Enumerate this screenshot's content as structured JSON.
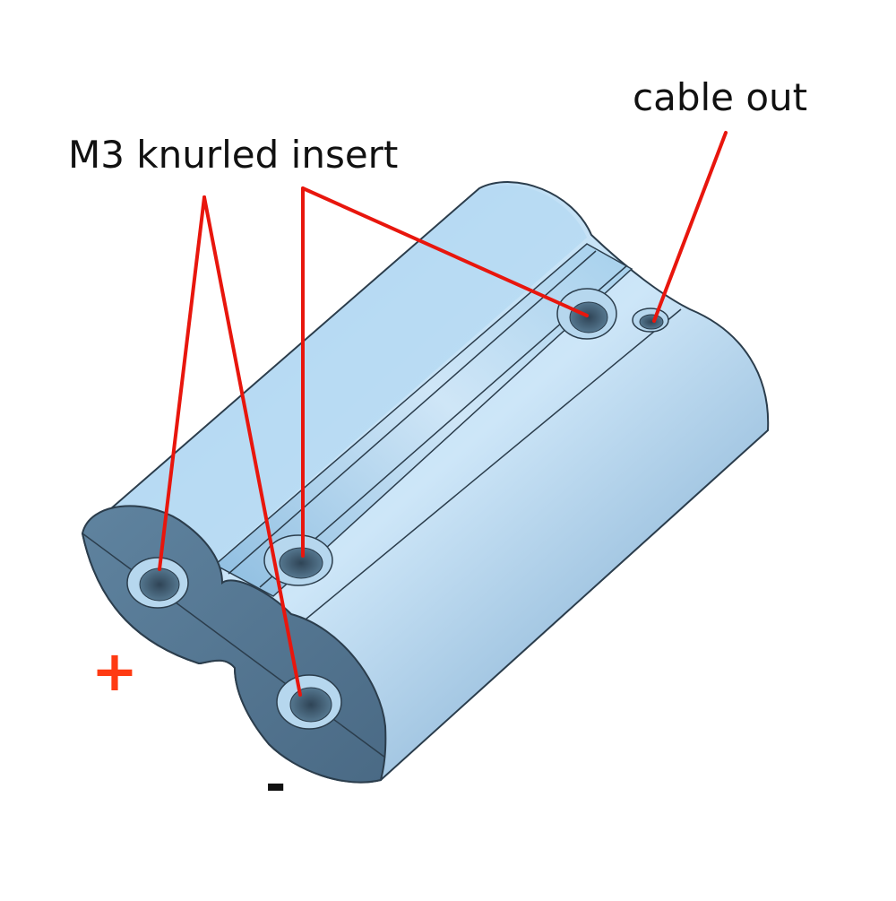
{
  "labels": {
    "insert": "M3 knurled insert",
    "cable": "cable out",
    "plus": "+",
    "minus": "-"
  },
  "colors": {
    "body": "#9cc8e8",
    "body_light": "#cfe6f7",
    "body_dark": "#6a9bc3",
    "face": "#5a7d99",
    "face_dark": "#3e5a72",
    "outline": "#2b3d4c",
    "annotation": "#e8160d",
    "plus": "#ff3a12",
    "text": "#111111"
  },
  "icons": [
    "battery-holder-model"
  ]
}
